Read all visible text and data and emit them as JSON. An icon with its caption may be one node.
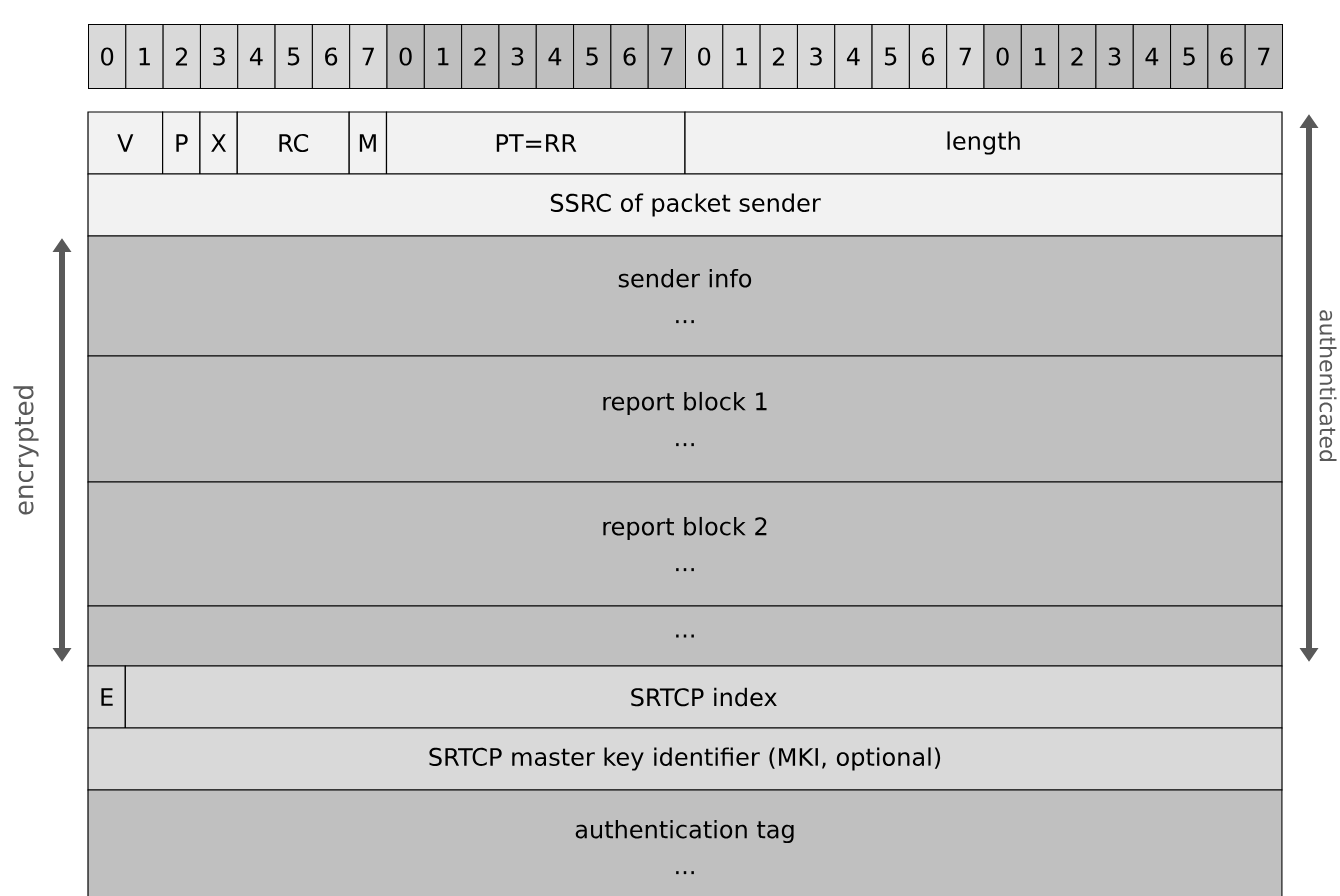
{
  "diagram": {
    "nodes": [
      {
        "text": [
          "V"
        ]
      },
      {
        "text": [
          "P"
        ]
      },
      {
        "text": [
          "X"
        ]
      },
      {
        "text": [
          "RC"
        ]
      },
      {
        "text": [
          "M"
        ]
      },
      {
        "text": [
          "PT=RR"
        ]
      },
      {
        "text": [
          "length"
        ]
      },
      {
        "text": [
          "SSRC of packet sender"
        ]
      },
      {
        "text": [
          "sender info",
          "..."
        ]
      },
      {
        "text": [
          "report block 1",
          "..."
        ]
      },
      {
        "text": [
          "report block 2",
          "..."
        ]
      },
      {
        "text": [
          "..."
        ]
      },
      {
        "text": [
          "E"
        ]
      },
      {
        "text": [
          "SRTCP index"
        ]
      },
      {
        "text": [
          "SRTCP master key identifier (MKI, optional)"
        ]
      },
      {
        "text": [
          "authentication tag",
          "..."
        ]
      }
    ],
    "labels": [
      "0",
      "1",
      "2",
      "3",
      "4",
      "5",
      "6",
      "7",
      "0",
      "1",
      "2",
      "3",
      "4",
      "5",
      "6",
      "7",
      "0",
      "1",
      "2",
      "3",
      "4",
      "5",
      "6",
      "7",
      "0",
      "1",
      "2",
      "3",
      "4",
      "5",
      "6",
      "7",
      "encrypted",
      "authenticated"
    ]
  }
}
